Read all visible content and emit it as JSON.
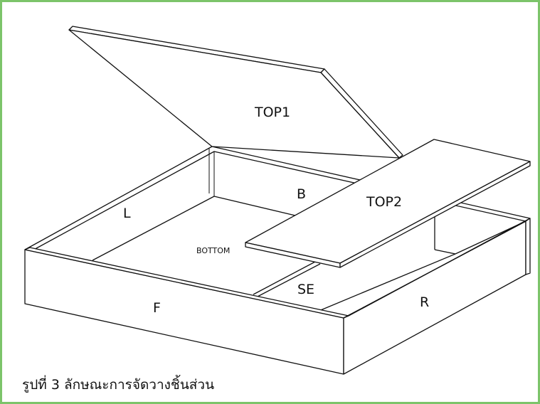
{
  "frame_color": "#7cc46a",
  "parts": {
    "top1": "TOP1",
    "top2": "TOP2",
    "back": "B",
    "left": "L",
    "bottom": "BOTTOM",
    "separator": "SE",
    "front": "F",
    "right": "R"
  },
  "caption": "รูปที่ 3 ลักษณะการจัดวางชิ้นส่วน"
}
